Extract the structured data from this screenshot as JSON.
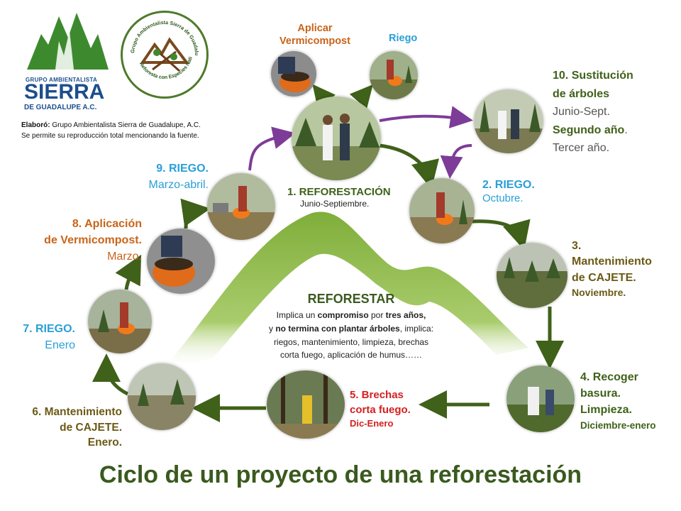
{
  "colors": {
    "dark_green": "#3f6119",
    "arrow_green": "#3f6119",
    "arrow_purple": "#7d3c98",
    "blue": "#2a9fd6",
    "orange": "#c8641a",
    "olive": "#6b5a16",
    "red": "#d42020",
    "grey": "#555555",
    "mountain": "#7fae3a"
  },
  "logo": {
    "group_top": "GRUPO AMBIENTALISTA",
    "sierra": "SIERRA",
    "guadalupe": "DE GUADALUPE A.C.",
    "seal_text_top": "Grupo Ambientalista Sierra de Guadalupe A.C.",
    "seal_text_bottom": "Reforesta con Especies Nativas"
  },
  "credit": {
    "label": "Elaboró:",
    "author": "Grupo Ambientalista Sierra de Guadalupe, A.C.",
    "note": "Se permite su reproducción total mencionando la fuente."
  },
  "steps": {
    "aplicar": {
      "line1": "Aplicar",
      "line2": "Vermicompost"
    },
    "riego_top": {
      "line1": "Riego"
    },
    "s1": {
      "title": "1. REFORESTACIÓN",
      "when": "Junio-Septiembre."
    },
    "s2": {
      "title": "2. RIEGO.",
      "when": "Octubre."
    },
    "s3": {
      "line1": "3.",
      "line2": "Mantenimiento",
      "line3": "de CAJETE.",
      "when": "Noviembre."
    },
    "s4": {
      "line1": "4. Recoger",
      "line2": "basura.",
      "line3": "Limpieza.",
      "when": "Diciembre-enero"
    },
    "s5": {
      "line1": "5. Brechas",
      "line2": "corta fuego.",
      "when": "Dic-Enero"
    },
    "s6": {
      "line1": "6. Mantenimiento",
      "line2": "de CAJETE.",
      "when": "Enero."
    },
    "s7": {
      "title": "7. RIEGO.",
      "when": "Enero"
    },
    "s8": {
      "line1": "8. Aplicación",
      "line2": "de Vermicompost.",
      "when": "Marzo."
    },
    "s9": {
      "title": "9. RIEGO.",
      "when": "Marzo-abril."
    },
    "s10": {
      "line1": "10. Sustitución",
      "line2": "de árboles",
      "when1": "Junio-Sept.",
      "when2": "Segundo año",
      "when2_dot": ".",
      "when3": "Tercer año."
    }
  },
  "center": {
    "heading": "REFORESTAR",
    "p1a": "Implica un ",
    "p1b": "compromiso",
    "p1c": " por ",
    "p1d": "tres años,",
    "p2a": "y ",
    "p2b": "no termina con plantar árboles",
    "p2c": ", implica:",
    "p3": "riegos,  mantenimiento, limpieza, brechas",
    "p4": "corta fuego, aplicación de humus……"
  },
  "title": "Ciclo de un proyecto de una reforestación"
}
